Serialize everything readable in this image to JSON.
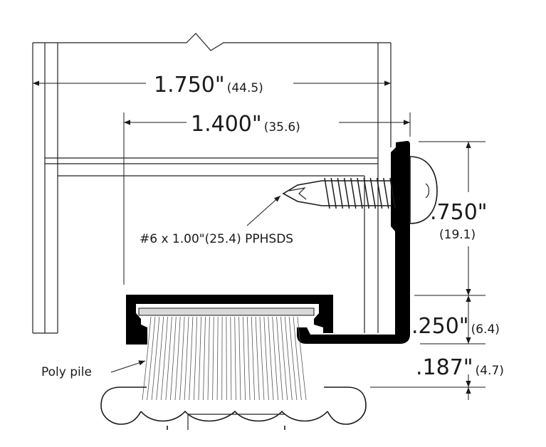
{
  "dimensions": {
    "overall_width": {
      "value": "1.750\"",
      "metric": "(44.5)"
    },
    "inner_width": {
      "value": "1.400\"",
      "metric": "(35.6)"
    },
    "flange_height": {
      "value": ".750\"",
      "metric": "(19.1)"
    },
    "base_height": {
      "value": ".250\"",
      "metric": "(6.4)"
    },
    "clearance": {
      "value": ".187\"",
      "metric": "(4.7)"
    }
  },
  "callouts": {
    "screw": "#6 x 1.00\"(25.4) PPHSDS",
    "pile": "Poly pile"
  },
  "colors": {
    "line": "#1a1a1a",
    "extrusion_fill": "#000000",
    "pile_insert": "#d9d9d9"
  }
}
